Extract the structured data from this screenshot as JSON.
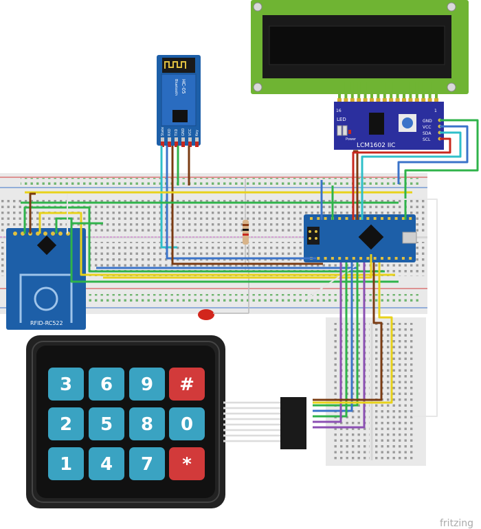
{
  "bluetooth": {
    "model": "HC-05",
    "sub": "Bluetooth",
    "pins": [
      "State",
      "RXD",
      "TXD",
      "GND",
      "VCC",
      "Key"
    ]
  },
  "lcd": {
    "backpack_model": "LCM1602 IIC",
    "led_label": "LED",
    "power_label": "Power",
    "pin_16": "16",
    "pin_1": "1",
    "pins": [
      "GND",
      "VCC",
      "SDA",
      "SCL"
    ]
  },
  "rfid": {
    "model": "RFID-RC522"
  },
  "keypad": {
    "keys": [
      "3",
      "6",
      "9",
      "#",
      "2",
      "5",
      "8",
      "0",
      "1",
      "4",
      "7",
      "*"
    ]
  },
  "watermark": "fritzing",
  "colors": {
    "wire_yellow": "#e8d21a",
    "wire_green": "#2fb34a",
    "wire_blue": "#3a73c9",
    "wire_brown": "#7a3b12",
    "wire_red": "#c8281e",
    "wire_cyan": "#2fbfc9",
    "wire_purple": "#8b4fb3",
    "wire_white": "#e6e6e6",
    "board_blue": "#1d5fa8",
    "key_teal": "#3aa3c2",
    "key_red": "#d23a3a",
    "lcd_green": "#6fb433"
  }
}
